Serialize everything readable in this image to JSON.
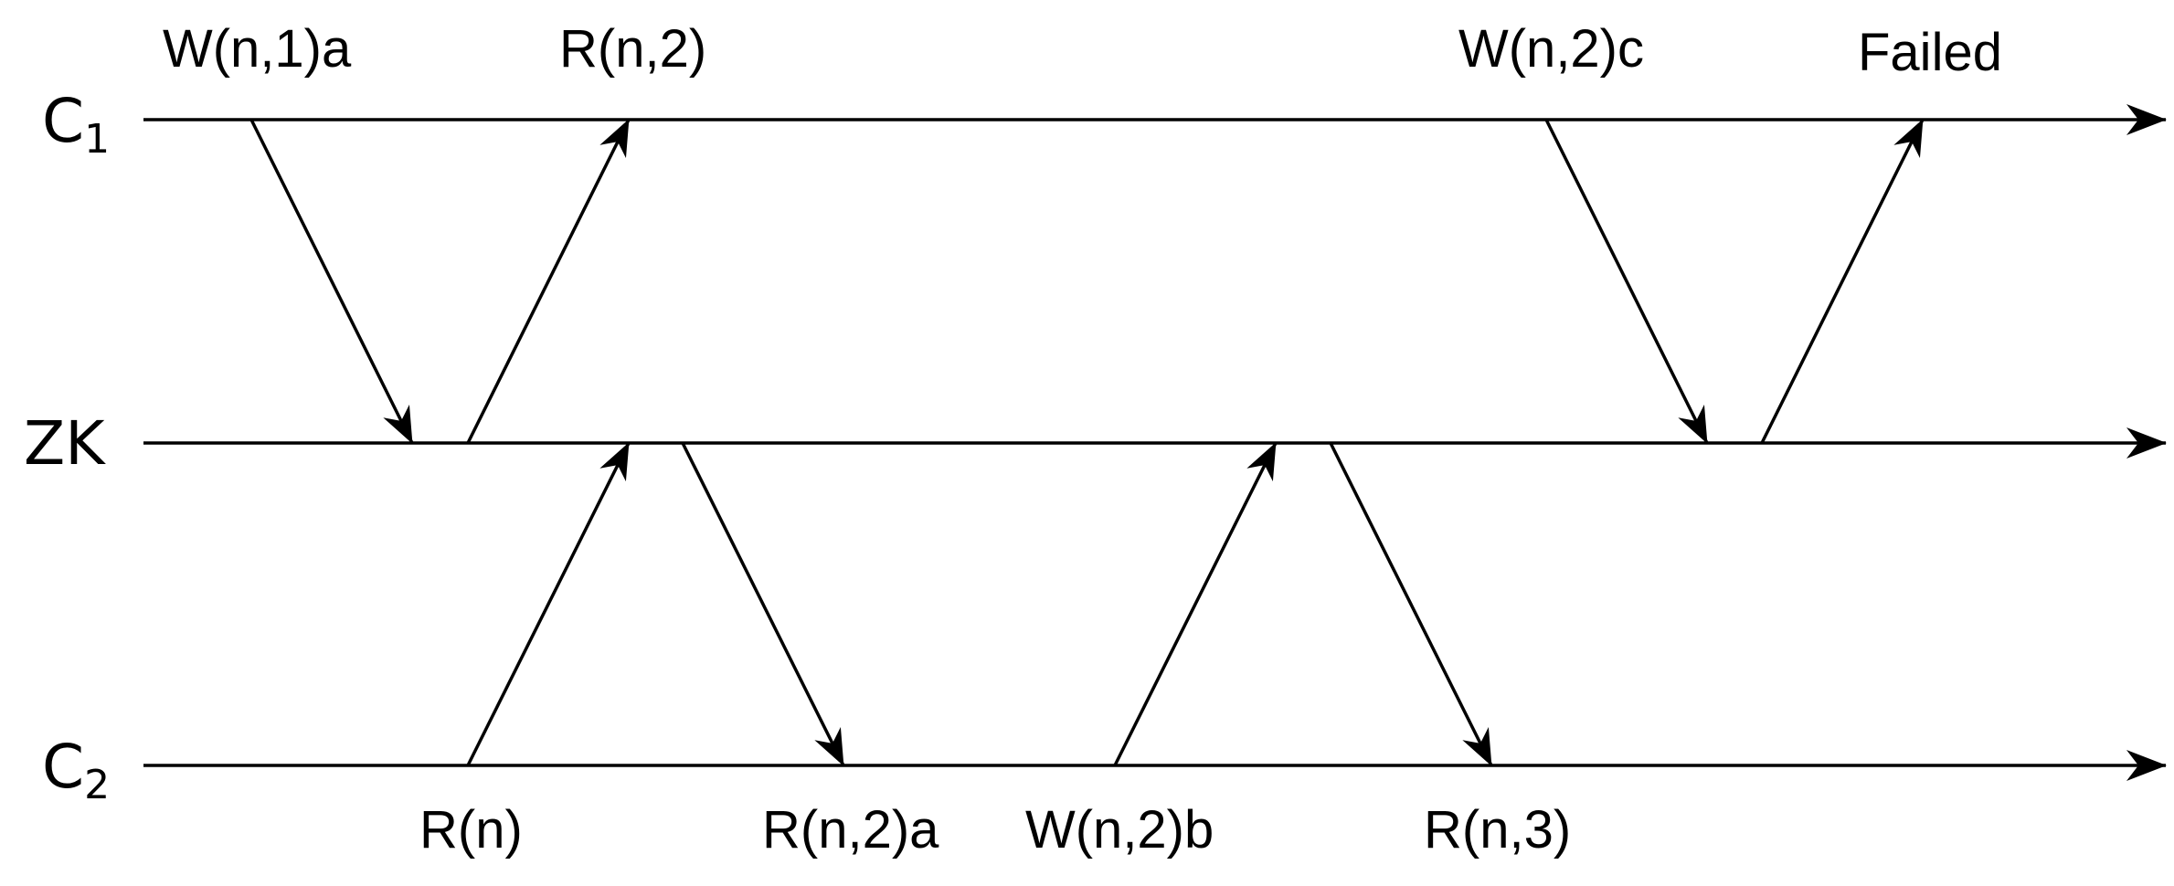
{
  "lanes": {
    "c1": {
      "label": "C",
      "sub": "1"
    },
    "zk": {
      "label": "ZK"
    },
    "c2": {
      "label": "C",
      "sub": "2"
    }
  },
  "messages": {
    "w_n1a": "W(n,1)a",
    "r_n2": "R(n,2)",
    "w_n2c": "W(n,2)c",
    "failed": "Failed",
    "r_n": "R(n)",
    "r_n2a": "R(n,2)a",
    "w_n2b": "W(n,2)b",
    "r_n3": "R(n,3)"
  },
  "colors": {
    "ink": "#000000",
    "background": "#ffffff"
  }
}
